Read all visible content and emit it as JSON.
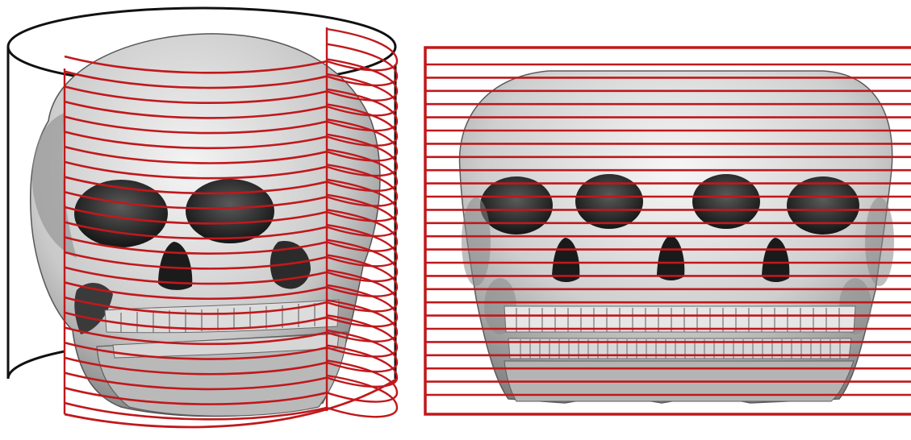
{
  "diagram": {
    "cylinder_panel": {
      "subject": "skull-three-quarter-view",
      "projection": "cylindrical",
      "band_count": 24
    },
    "unwrapped_panel": {
      "subject": "skull-unwrapped-panorama",
      "projection": "flat-unrolled",
      "band_count": 26
    }
  },
  "colors": {
    "band_line": "#c0181c",
    "cylinder_outline": "#111111",
    "bone_light": "#efefef",
    "bone_mid": "#bdbdbd",
    "bone_dark": "#4a4a4a",
    "cavity": "#1b1b1b",
    "background": "#ffffff"
  }
}
